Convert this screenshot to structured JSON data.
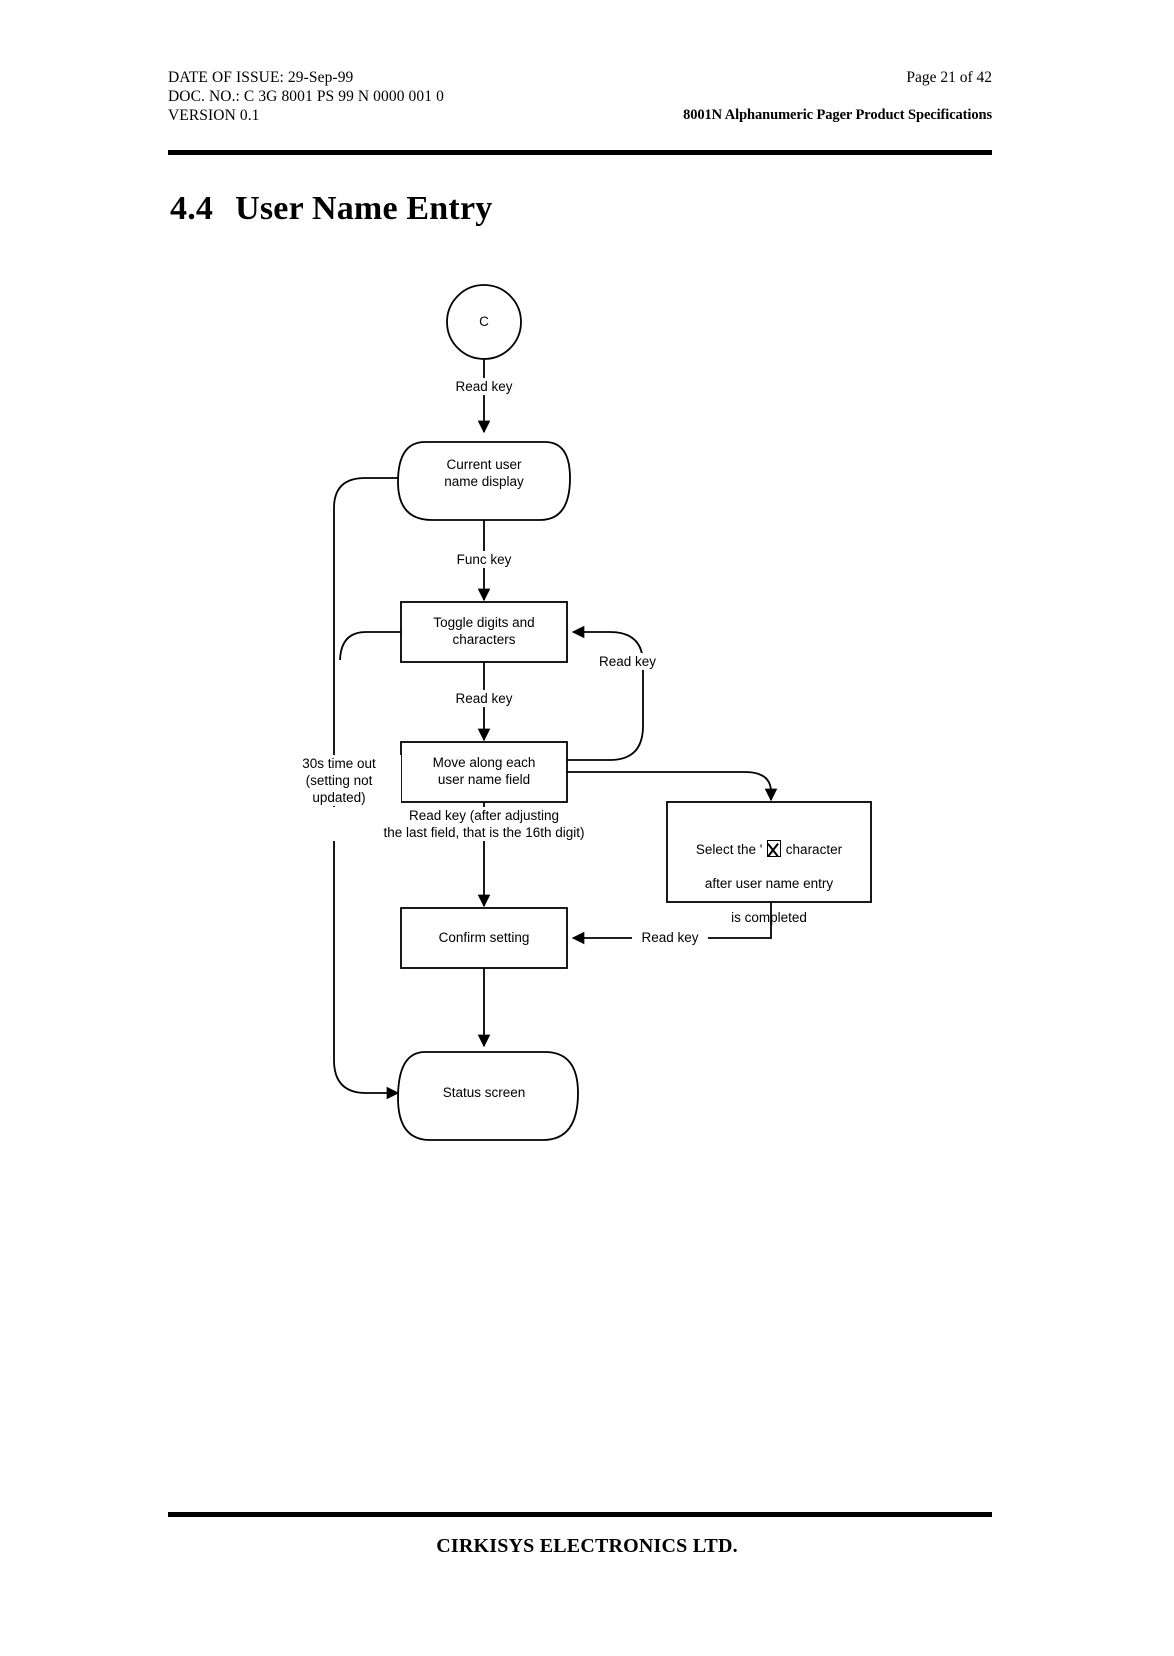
{
  "header": {
    "date_line": "DATE OF ISSUE: 29-Sep-99",
    "doc_line": "DOC. NO.: C 3G 8001 PS 99 N 0000 001 0",
    "version_line": "VERSION 0.1",
    "page_number": "Page 21 of 42",
    "doc_title": "8001N Alphanumeric Pager Product Specifications"
  },
  "section": {
    "number": "4.4",
    "title": "User Name Entry"
  },
  "flowchart": {
    "nodes": {
      "start": "C",
      "current_user_name_display": "Current user\nname display",
      "toggle_digits": "Toggle digits and\ncharacters",
      "move_along_field": "Move along each\nuser name field",
      "select_character_prefix": "Select the ' ",
      "select_character_suffix": " character",
      "select_character_line2": "after user name entry",
      "select_character_line3": "is completed",
      "confirm_setting": "Confirm setting",
      "status_screen": "Status screen"
    },
    "edges": {
      "start_to_display": "Read key",
      "display_to_toggle": "Func key",
      "toggle_to_move": "Read key",
      "move_back_to_toggle": "Read key",
      "timeout": "30s time out\n(setting not\nupdated)",
      "move_to_confirm": "Read key (after adjusting\nthe last field, that is the 16th digit)",
      "select_to_confirm": "Read key"
    }
  },
  "footer": {
    "company": "CIRKISYS ELECTRONICS LTD."
  }
}
